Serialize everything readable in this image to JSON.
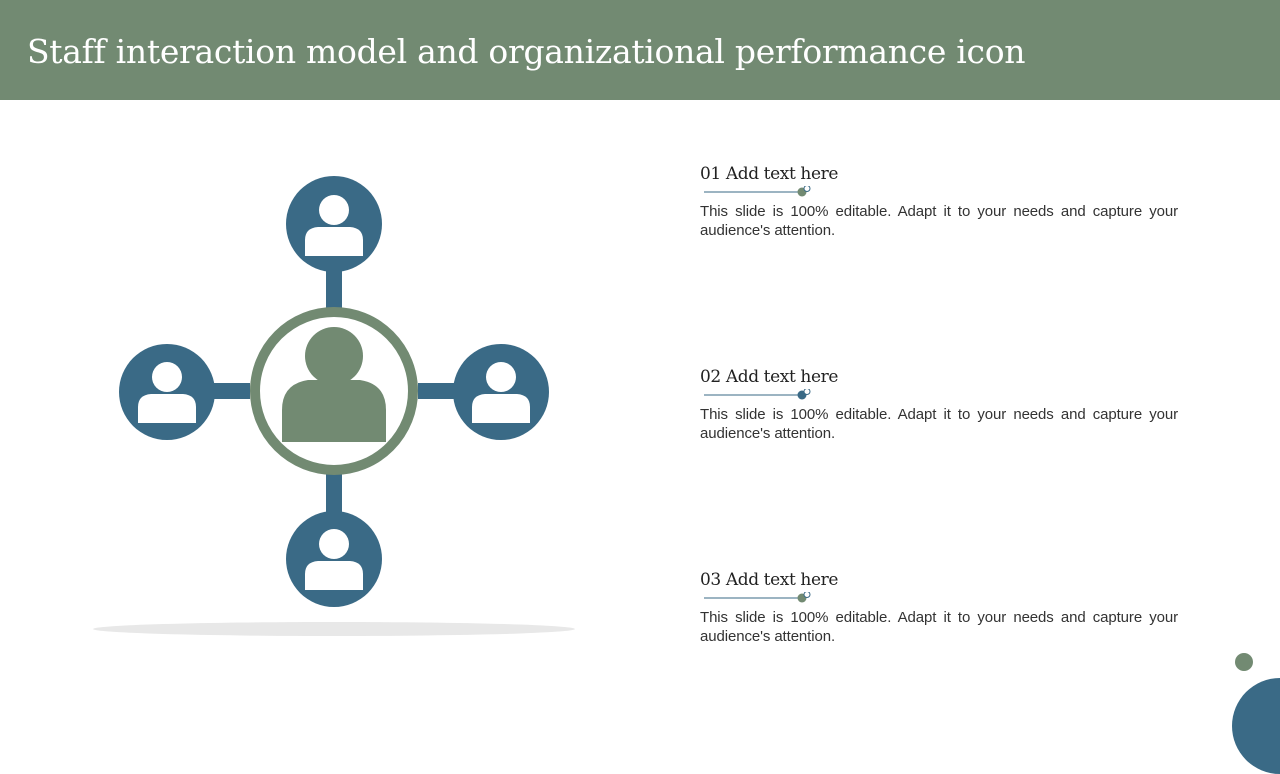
{
  "header": {
    "title": "Staff interaction model and organizational performance icon"
  },
  "colors": {
    "header_bg": "#728a72",
    "accent_green": "#728a72",
    "accent_blue": "#3a6a86",
    "shadow": "#e8e8e8"
  },
  "diagram": {
    "icon": "network-of-people-icon",
    "center_icon": "person-icon",
    "node_icon": "person-icon"
  },
  "items": [
    {
      "heading": "01 Add text here",
      "body": "This slide is 100% editable. Adapt it to your needs and capture your audience's attention."
    },
    {
      "heading": "02 Add text here",
      "body": "This slide is 100% editable. Adapt it to your needs and capture your audience's attention."
    },
    {
      "heading": "03 Add text here",
      "body": "This slide is 100% editable. Adapt it to your needs and capture your audience's attention."
    }
  ]
}
